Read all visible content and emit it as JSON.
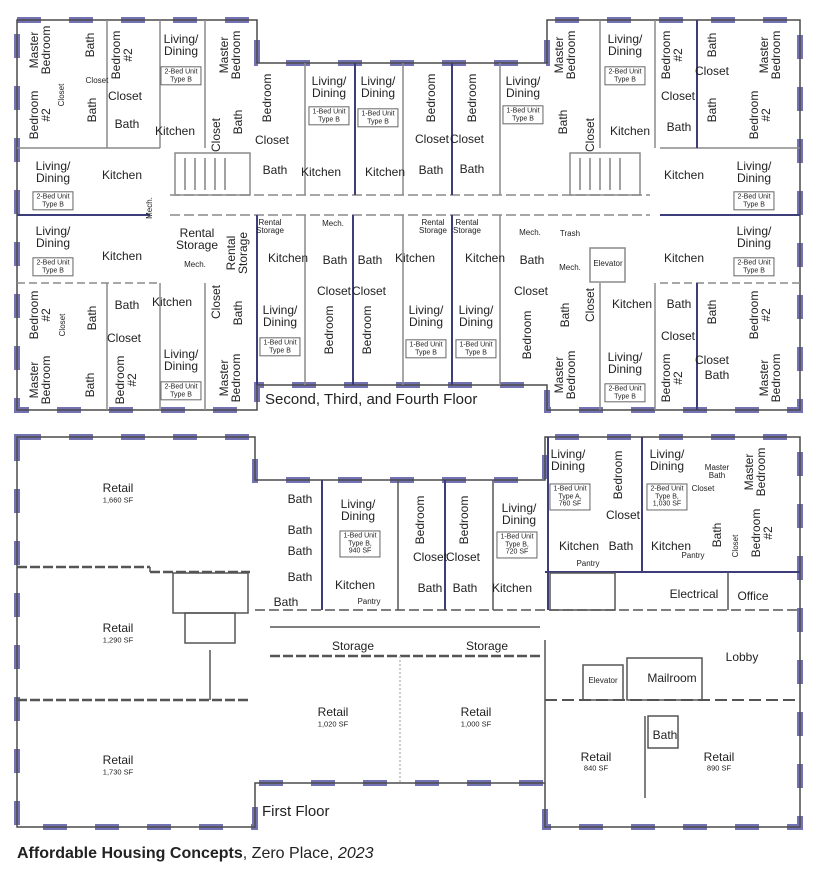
{
  "colors": {
    "wall_accent": "#7373b4",
    "wall": "#4a4a4a",
    "interior": "#8a8a8a"
  },
  "upper_floor": {
    "title": "Second, Third, and Fourth Floor",
    "rooms": [
      "Master\nBedroom",
      "Bath",
      "Bedroom\n#2",
      "Living/\nDining",
      "2-Bed Unit\nType B",
      "Master\nBedroom",
      "Bedroom\n#2",
      "Closet",
      "Closet",
      "Bath",
      "Closet",
      "Bath",
      "Kitchen",
      "Closet",
      "Bath",
      "Living/\nDining",
      "2-Bed Unit\nType B",
      "Kitchen",
      "Mech.",
      "Living/\nDining",
      "2-Bed Unit\nType B",
      "Kitchen",
      "Rental\nStorage",
      "Rental\nStorage",
      "Mech.",
      "Rental\nStorage",
      "Kitchen",
      "Bedroom\n#2",
      "Closet",
      "Bath",
      "Bath",
      "Closet",
      "Kitchen",
      "Closet",
      "Bath",
      "Living/\nDining",
      "1-Bed Unit\nType B",
      "Master\nBedroom",
      "Bath",
      "Bedroom\n#2",
      "Living/\nDining",
      "2-Bed Unit\nType B",
      "Master\nBedroom",
      "Bedroom",
      "Closet",
      "Bath",
      "Living/\nDining",
      "1-Bed Unit\nType B",
      "Kitchen",
      "Living/\nDining",
      "1-Bed Unit\nType B",
      "Kitchen",
      "Bedroom",
      "Closet",
      "Bath",
      "Bedroom",
      "Closet",
      "Bath",
      "Living/\nDining",
      "1-Bed Unit\nType B",
      "Mech.",
      "Bath",
      "Bath",
      "Kitchen",
      "Rental\nStorage",
      "Rental\nStorage",
      "Kitchen",
      "Mech.",
      "Bath",
      "Closet",
      "Closet",
      "Closet",
      "Bedroom",
      "Bedroom",
      "Living/\nDining",
      "1-Bed Unit\nType B",
      "Living/\nDining",
      "1-Bed Unit\nType B",
      "Bedroom",
      "Master\nBedroom",
      "Living/\nDining",
      "2-Bed Unit\nType B",
      "Bedroom\n#2",
      "Bath",
      "Master\nBedroom",
      "Closet",
      "Closet",
      "Bath",
      "Closet",
      "Kitchen",
      "Bath",
      "Bath",
      "Bedroom\n#2",
      "Kitchen",
      "Living/\nDining",
      "2-Bed Unit\nType B",
      "Trash",
      "Mech.",
      "Elevator",
      "Living/\nDining",
      "2-Bed Unit\nType B",
      "Kitchen",
      "Kitchen",
      "Bath",
      "Closet",
      "Bath",
      "Bath",
      "Closet",
      "Bedroom\n#2",
      "Closet",
      "Bath",
      "Master\nBedroom",
      "Living/\nDining",
      "2-Bed Unit\nType B",
      "Bedroom\n#2",
      "Master\nBedroom"
    ]
  },
  "lower_floor": {
    "title": "First Floor",
    "rooms": [
      "Retail",
      "1,660 SF",
      "Retail",
      "1,290 SF",
      "Retail",
      "1,730 SF",
      "Bath",
      "Bath",
      "Bath",
      "Bath",
      "Bath",
      "Living/\nDining",
      "1-Bed Unit\nType B,\n940 SF",
      "Kitchen",
      "Pantry",
      "Bedroom",
      "Closet",
      "Bath",
      "Bedroom",
      "Closet",
      "Bath",
      "Living/\nDining",
      "1-Bed Unit\nType B,\n720 SF",
      "Kitchen",
      "Storage",
      "Storage",
      "Retail",
      "1,020 SF",
      "Retail",
      "1,000 SF",
      "Living/\nDining",
      "1-Bed Unit\nType A,\n760 SF",
      "Bedroom",
      "Closet",
      "Kitchen",
      "Bath",
      "Pantry",
      "Living/\nDining",
      "2-Bed Unit\nType B,\n1,030 SF",
      "Master\nBath",
      "Closet",
      "Master\nBedroom",
      "Kitchen",
      "Pantry",
      "Bath",
      "Closet",
      "Bedroom\n#2",
      "Electrical",
      "Office",
      "Lobby",
      "Elevator",
      "Mailroom",
      "Bath",
      "Retail",
      "840 SF",
      "Retail",
      "890 SF"
    ]
  },
  "caption": {
    "project": "Affordable Housing Concepts",
    "place": ", Zero Place, ",
    "year": "2023"
  }
}
